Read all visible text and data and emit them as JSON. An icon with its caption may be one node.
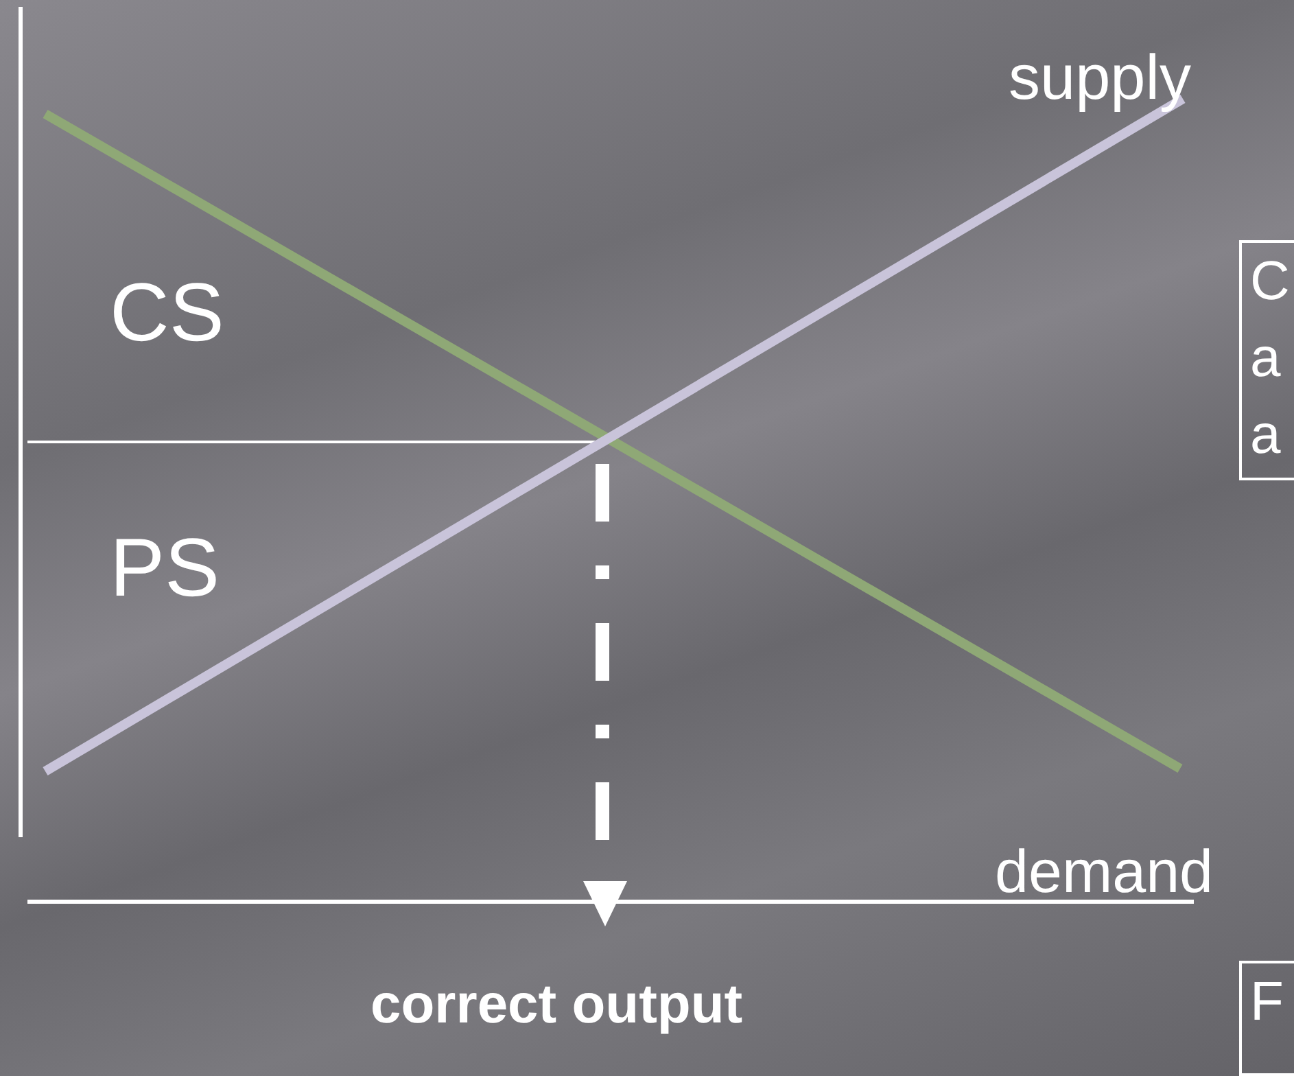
{
  "diagram": {
    "nodes": [
      {
        "text": [
          "C a a"
        ]
      },
      {
        "text": [
          "F"
        ]
      }
    ],
    "labels": [
      "supply",
      "CS",
      "PS",
      "demand",
      "correct output"
    ]
  }
}
